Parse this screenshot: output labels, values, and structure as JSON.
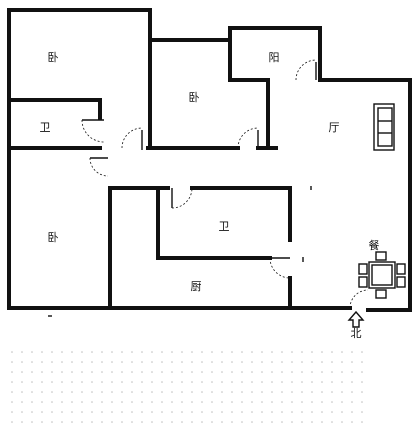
{
  "rooms": {
    "bedroom_top_left": "卧",
    "bedroom_top_middle": "卧",
    "balcony": "阳",
    "bathroom_left": "卫",
    "living_room": "厅",
    "bedroom_bottom_left": "卧",
    "bathroom_middle": "卫",
    "kitchen": "厨",
    "dining": "餐"
  },
  "compass": {
    "label": "北"
  }
}
